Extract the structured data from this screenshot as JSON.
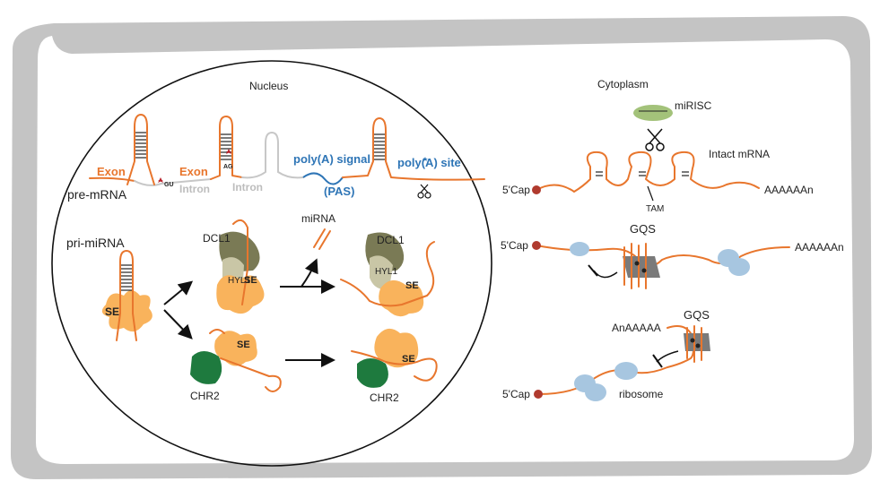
{
  "nucleus": {
    "title": "Nucleus",
    "pre_mrna": {
      "label": "pre-mRNA",
      "exon1": "Exon",
      "exon2": "Exon",
      "intron1": "Intron",
      "intron2": "Intron",
      "gu": "GU",
      "ag": "AG",
      "poly_a_signal": "poly(A) signal",
      "pas": "(PAS)",
      "poly_a_site": "poly(A) site"
    },
    "pri_mirna": {
      "label": "pri-miRNA",
      "se": "SE",
      "top_path": {
        "dcl1": "DCL1",
        "hyl1": "HYL1",
        "se": "SE",
        "mirna": "miRNA",
        "dcl1_after": "DCL1",
        "hyl1_after": "HYL1",
        "se_after": "SE"
      },
      "bottom_path": {
        "se": "SE",
        "chr2": "CHR2",
        "se_after": "SE",
        "chr2_after": "CHR2"
      }
    }
  },
  "cytoplasm": {
    "title": "Cytoplasm",
    "mirisc": "miRISC",
    "intact_mrna": "Intact mRNA",
    "tam": "TAM",
    "cap1": "5'Cap",
    "polya1": "AAAAAAn",
    "gqs1": "GQS",
    "cap2": "5'Cap",
    "polya2": "AAAAAAn",
    "gqs2": "GQS",
    "polya3": "AnAAAAA",
    "cap3": "5'Cap",
    "ribosome": "ribosome"
  },
  "colors": {
    "cell_wall": "#c4c4c4",
    "rna": "#e8762d",
    "exon_label": "#e8762d",
    "intron_label": "#bdbdbd",
    "signal_label": "#2e75b6",
    "serrate": "#f9b35c",
    "dcl1": "#7a7a55",
    "hyl1": "#c9c6a6",
    "chr2": "#1e7a3e",
    "ribosome": "#a7c6e0",
    "cap": "#b03a2e",
    "mirisc": "#a3c27a",
    "splice_star": "#b8212a"
  }
}
